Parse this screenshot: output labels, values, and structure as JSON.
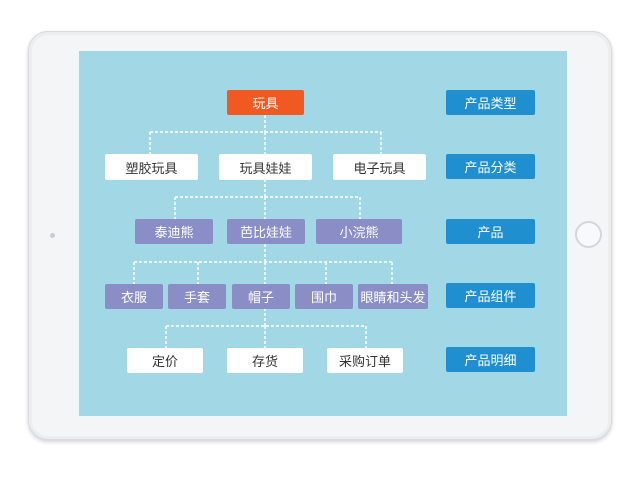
{
  "diagram": {
    "root": "玩具",
    "categories": [
      "塑胶玩具",
      "玩具娃娃",
      "电子玩具"
    ],
    "products": [
      "泰迪熊",
      "芭比娃娃",
      "小浣熊"
    ],
    "components": [
      "衣服",
      "手套",
      "帽子",
      "围巾",
      "眼睛和头发"
    ],
    "details": [
      "定价",
      "存货",
      "采购订单"
    ],
    "levels": [
      "产品类型",
      "产品分类",
      "产品",
      "产品组件",
      "产品明细"
    ]
  },
  "colors": {
    "screen": "#a2d8e6",
    "root": "#f05a22",
    "product": "#8b8ec6",
    "level_label": "#1f8fd0",
    "connector": "#ffffff"
  }
}
